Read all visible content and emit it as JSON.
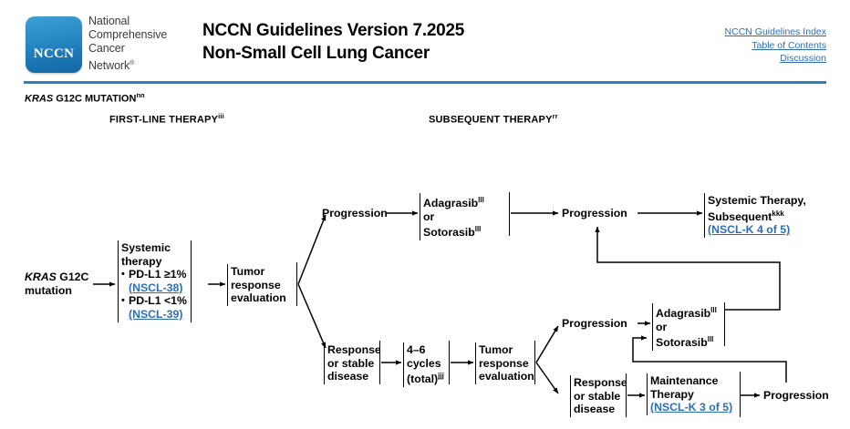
{
  "header": {
    "logo": {
      "mark_text": "NCCN",
      "line1": "National",
      "line2": "Comprehensive",
      "line3": "Cancer",
      "line4": "Network",
      "registered": "®"
    },
    "title_line1": "NCCN Guidelines Version 7.2025",
    "title_line2": "Non-Small Cell Lung Cancer",
    "links": [
      "NCCN Guidelines Index",
      "Table of Contents",
      "Discussion"
    ],
    "rule_color": "#2f7fb8"
  },
  "section": {
    "mutation_italic": "KRAS",
    "mutation_rest": " G12C MUTATION",
    "mutation_sup": "nn",
    "column_first": "FIRST-LINE THERAPY",
    "column_first_sup": "iii",
    "column_subsequent": "SUBSEQUENT THERAPY",
    "column_subsequent_sup": "rr"
  },
  "colors": {
    "link": "#2a6ebb",
    "rule": "#2f7fb8",
    "ink": "#000000"
  },
  "nodes": {
    "start": {
      "italic": "KRAS",
      "rest": " G12C",
      "line2": "mutation"
    },
    "systemic_therapy": {
      "line1": "Systemic",
      "line2": "therapy",
      "bullet1": "PD-L1 ≥1%",
      "bullet1_link": "(NSCL-38)",
      "bullet2": "PD-L1 <1%",
      "bullet2_link": "(NSCL-39)"
    },
    "tumor_response_1": {
      "line1": "Tumor",
      "line2": "response",
      "line3": "evaluation"
    },
    "progression_top": {
      "label": "Progression"
    },
    "drugs_top": {
      "line1": "Adagrasib",
      "line1_sup": "lll",
      "line2": "or",
      "line3": "Sotorasib",
      "line3_sup": "lll"
    },
    "progression_mid": {
      "label": "Progression"
    },
    "systemic_subsequent": {
      "line1": "Systemic Therapy,",
      "line2": "Subsequent",
      "line2_sup": "kkk",
      "link": "(NSCL-K 4 of 5)"
    },
    "response_stable_1": {
      "line1": "Response",
      "line2": "or stable",
      "line3": "disease"
    },
    "cycles": {
      "line1": "4–6",
      "line2": "cycles",
      "line3": "(total)",
      "line3_sup": "jjj"
    },
    "tumor_response_2": {
      "line1": "Tumor",
      "line2": "response",
      "line3": "evaluation"
    },
    "progression_lower": {
      "label": "Progression"
    },
    "drugs_lower": {
      "line1": "Adagrasib",
      "line1_sup": "lll",
      "line2": "or",
      "line3": "Sotorasib",
      "line3_sup": "lll"
    },
    "response_stable_2": {
      "line1": "Response",
      "line2": "or stable",
      "line3": "disease"
    },
    "maintenance": {
      "line1": "Maintenance",
      "line2": "Therapy",
      "link": "(NSCL-K 3 of 5)"
    },
    "progression_bottom": {
      "label": "Progression"
    }
  }
}
